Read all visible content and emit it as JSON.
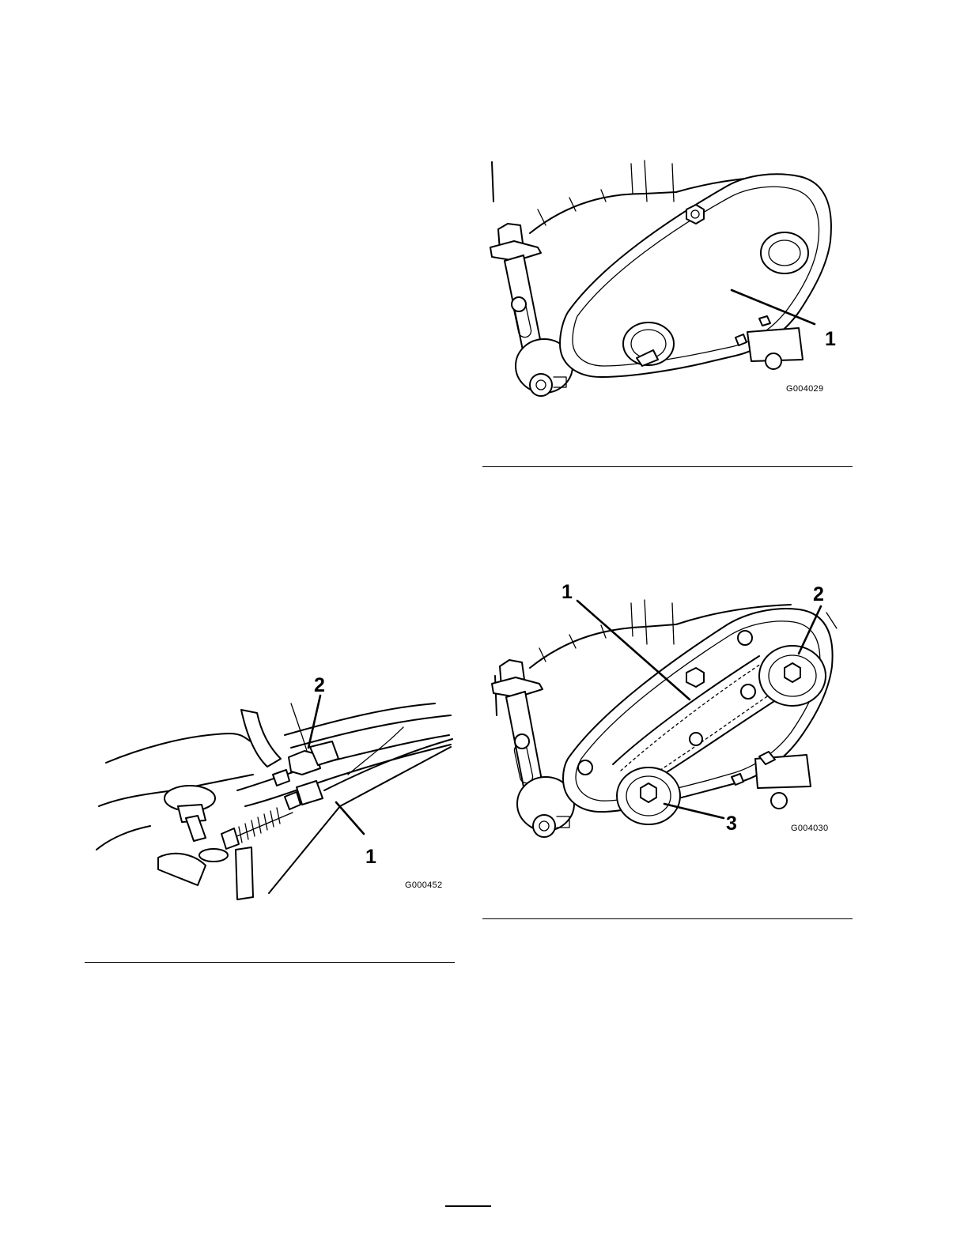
{
  "figures": [
    {
      "id_label": "G004029",
      "callouts": [
        "1"
      ],
      "depicts": "gear-case-cover-icon"
    },
    {
      "id_label": "G004030",
      "callouts": [
        "1",
        "2",
        "3"
      ],
      "depicts": "drive-belt-and-pulleys-icon"
    },
    {
      "id_label": "G000452",
      "callouts": [
        "1",
        "2"
      ],
      "depicts": "control-cables-icon"
    }
  ]
}
